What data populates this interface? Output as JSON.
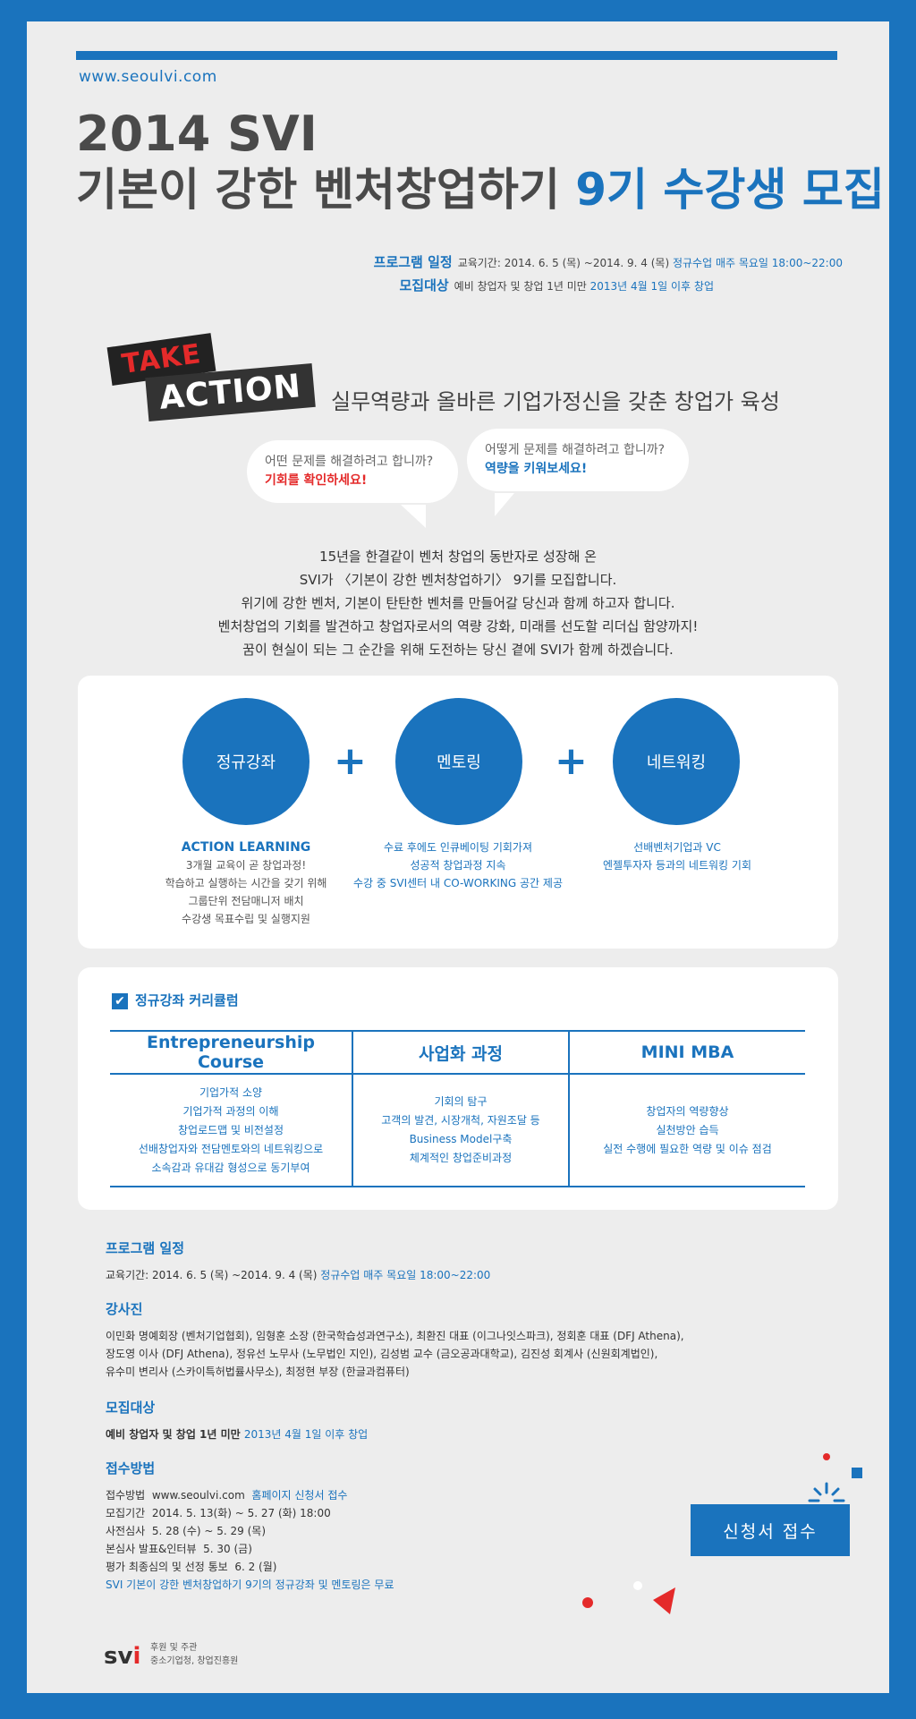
{
  "header": {
    "url": "www.seoulvi.com",
    "title_line1": "2014 SVI",
    "title_line2_main": "기본이 강한 벤처창업하기 ",
    "title_line2_highlight": "9기 수강생 모집"
  },
  "summary": {
    "schedule_label": "프로그램 일정",
    "schedule_text": "교육기간: 2014. 6. 5 (목) ~2014. 9. 4 (목) ",
    "schedule_blue": "정규수업 매주 목요일 18:00~22:00",
    "target_label": "모집대상",
    "target_text": "예비 창업자 및 창업 1년 미만 ",
    "target_blue": "2013년 4월 1일 이후 창업"
  },
  "take_action": {
    "word1": "TAKE",
    "word2": "ACTION",
    "slogan": "실무역량과 올바른 기업가정신을 갖춘 창업가 육성"
  },
  "bubbles": [
    {
      "question": "어떤 문제를 해결하려고 합니까?",
      "answer": "기회를 확인하세요!"
    },
    {
      "question": "어떻게 문제를 해결하려고 합니까?",
      "answer": "역량을 키워보세요!"
    }
  ],
  "intro_lines": [
    "15년을 한결같이 벤처 창업의 동반자로 성장해 온",
    "SVI가 〈기본이 강한 벤처창업하기〉 9기를 모집합니다.",
    "위기에 강한 벤처, 기본이 탄탄한 벤처를 만들어갈 당신과 함께 하고자 합니다.",
    "벤처창업의 기회를 발견하고 창업자로서의 역량 강화, 미래를 선도할 리더십 함양까지!",
    "꿈이 현실이 되는 그 순간을 위해 도전하는 당신 곁에 SVI가 함께 하겠습니다."
  ],
  "pillars": {
    "plus": "+",
    "items": [
      {
        "label": "정규강좌",
        "head": "ACTION LEARNING",
        "lines": [
          "3개월 교육이 곧 창업과정!",
          "학습하고 실행하는 시간을 갖기 위해",
          "그룹단위 전담매니저 배치",
          "수강생 목표수립 및 실행지원"
        ]
      },
      {
        "label": "멘토링",
        "head": "",
        "lines": [
          "수료 후에도 인큐베이팅 기회가져",
          "성공적 창업과정 지속",
          "수강 중 SVI센터 내 CO-WORKING 공간 제공"
        ]
      },
      {
        "label": "네트워킹",
        "head": "",
        "lines": [
          "선배벤처기업과 VC",
          "엔젤투자자 등과의 네트워킹 기회"
        ]
      }
    ]
  },
  "curriculum": {
    "heading": "정규강좌 커리큘럼",
    "check": "✔",
    "columns": [
      {
        "title": "Entrepreneurship Course",
        "lines": [
          "기업가적 소양",
          "기업가적 과정의 이해",
          "창업로드맵 및 비전설정",
          "선배창업자와 전담멘토와의 네트워킹으로",
          "소속감과 유대감 형성으로 동기부여"
        ]
      },
      {
        "title": "사업화 과정",
        "lines": [
          "기회의 탐구",
          "고객의 발견, 시장개척, 자원조달 등",
          "Business Model구축",
          "체계적인 창업준비과정"
        ]
      },
      {
        "title": "MINI MBA",
        "lines": [
          "창업자의 역량향상",
          "실천방안 습득",
          "실전 수행에 필요한 역량 및 이슈 점검"
        ]
      }
    ]
  },
  "details": {
    "schedule_title": "프로그램 일정",
    "schedule_text": "교육기간: 2014. 6. 5 (목) ~2014. 9. 4 (목) ",
    "schedule_blue": "정규수업 매주 목요일 18:00~22:00",
    "lecturers_title": "강사진",
    "lecturers_line1": "이민화 명예회장 (벤처기업협회), 임형훈 소장 (한국학습성과연구소), 최환진 대표 (이그나잇스파크), 정회훈 대표 (DFJ Athena),",
    "lecturers_line2": "장도영 이사 (DFJ Athena), 정유선 노무사 (노무법인 지인), 김성범 교수 (금오공과대학교), 김진성 회계사 (신원회계법인),",
    "lecturers_line3": "유수미 변리사 (스카이특허법률사무소), 최정현 부장 (한글과컴퓨터)",
    "target_title": "모집대상",
    "target_text": "예비 창업자 및 창업 1년 미만 ",
    "target_blue": "2013년 4월 1일 이후 창업",
    "apply_title": "접수방법",
    "apply_lines": [
      {
        "label": "접수방법",
        "value": "www.seoulvi.com",
        "blue": "홈페이지 신청서 접수"
      },
      {
        "label": "모집기간",
        "value": "2014. 5. 13(화) ~ 5. 27 (화) 18:00",
        "blue": ""
      },
      {
        "label": "사전심사",
        "value": "5. 28 (수) ~ 5. 29 (목)",
        "blue": ""
      },
      {
        "label": "본심사 발표&인터뷰",
        "value": "5. 30 (금)",
        "blue": ""
      },
      {
        "label": "평가 최종심의 및 선정 통보",
        "value": "6. 2 (월)",
        "blue": ""
      }
    ],
    "apply_note": "SVI 기본이 강한 벤처창업하기 9기의 정규강좌 및 멘토링은 무료"
  },
  "apply_button": "신청서 접수",
  "footer": {
    "logo_s": "s",
    "logo_v": "v",
    "logo_i": "i",
    "line1": "후원 및 주관",
    "line2": "중소기업청, 창업진흥원"
  },
  "colors": {
    "accent": "#1a73bd",
    "red": "#e42a2a",
    "background": "#ededed"
  }
}
